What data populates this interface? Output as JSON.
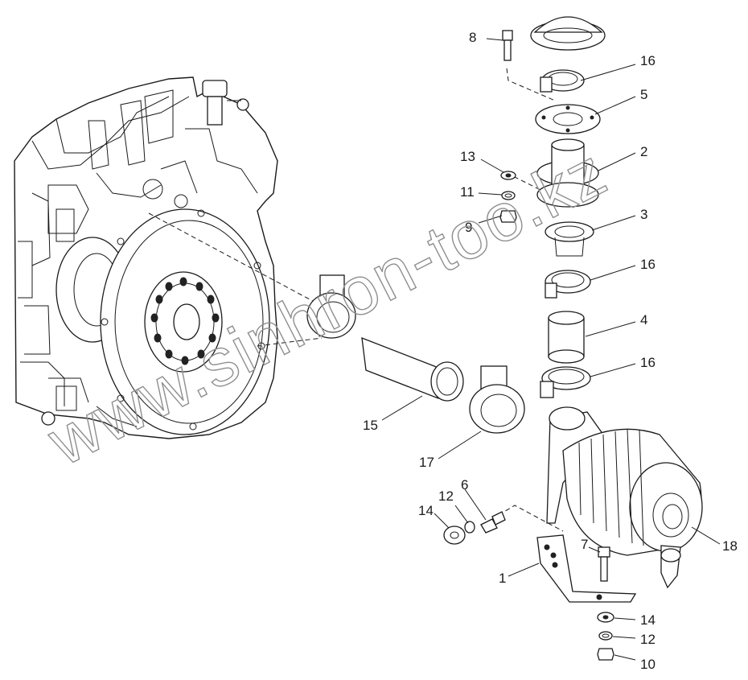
{
  "labels": [
    {
      "id": "8",
      "text": "8"
    },
    {
      "id": "16a",
      "text": "16"
    },
    {
      "id": "5",
      "text": "5"
    },
    {
      "id": "2",
      "text": "2"
    },
    {
      "id": "13",
      "text": "13"
    },
    {
      "id": "11",
      "text": "11"
    },
    {
      "id": "9",
      "text": "9"
    },
    {
      "id": "3",
      "text": "3"
    },
    {
      "id": "16b",
      "text": "16"
    },
    {
      "id": "4",
      "text": "4"
    },
    {
      "id": "16c",
      "text": "16"
    },
    {
      "id": "15",
      "text": "15"
    },
    {
      "id": "17",
      "text": "17"
    },
    {
      "id": "6",
      "text": "6"
    },
    {
      "id": "12a",
      "text": "12"
    },
    {
      "id": "14a",
      "text": "14"
    },
    {
      "id": "7",
      "text": "7"
    },
    {
      "id": "18",
      "text": "18"
    },
    {
      "id": "1",
      "text": "1"
    },
    {
      "id": "14b",
      "text": "14"
    },
    {
      "id": "12b",
      "text": "12"
    },
    {
      "id": "10",
      "text": "10"
    }
  ],
  "watermark": "www.sinhron-too.kz",
  "colors": {
    "line": "#1a1a1a",
    "watermark": "#8f8f8f",
    "background": "#ffffff"
  }
}
